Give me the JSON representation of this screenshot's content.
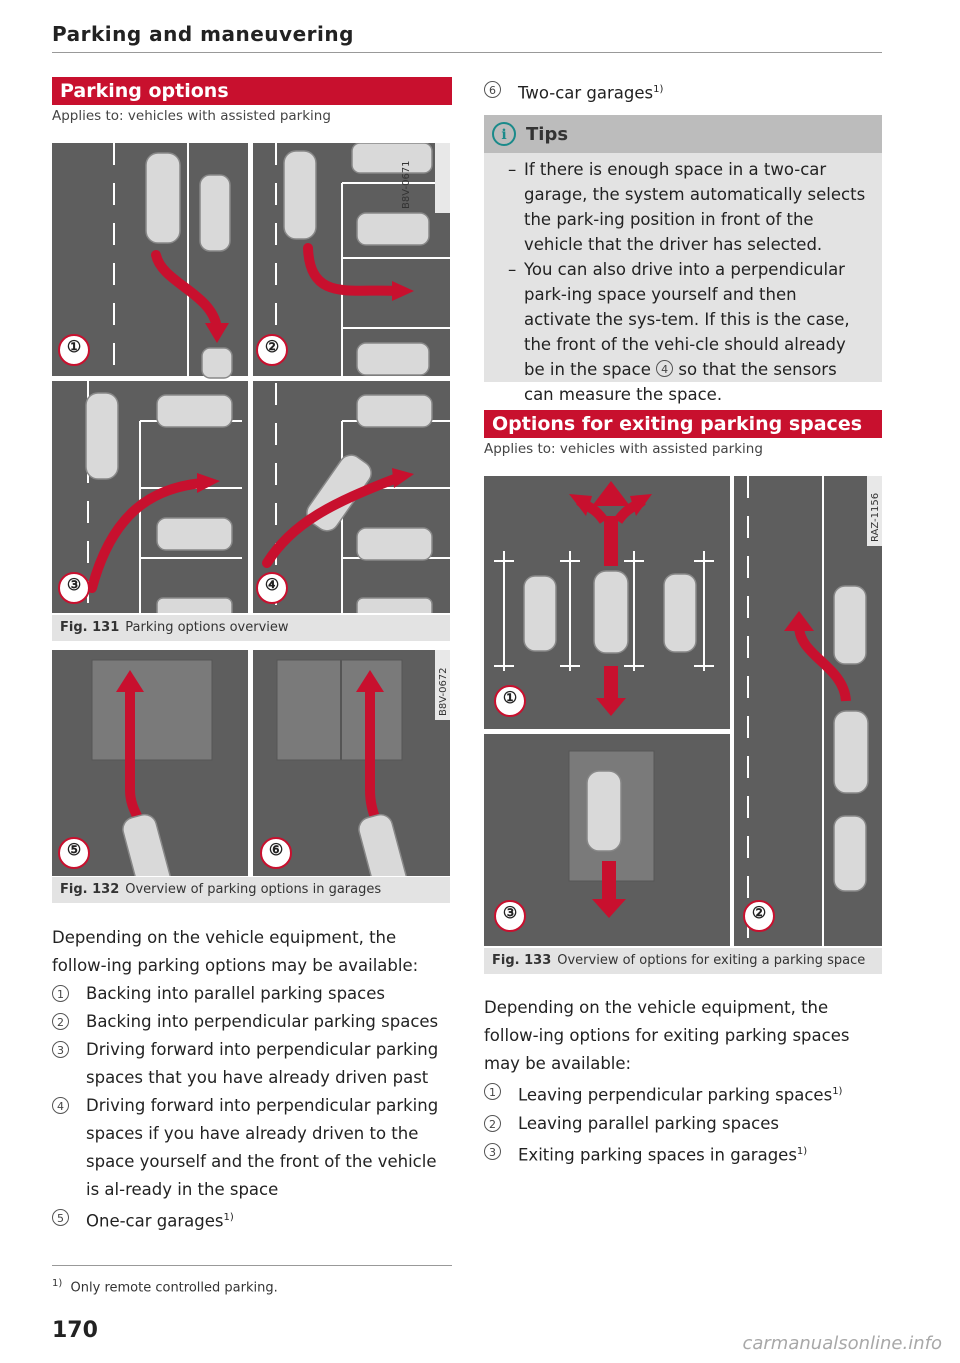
{
  "header": {
    "title": "Parking and maneuvering"
  },
  "section1": {
    "title": "Parking options",
    "applies": "Applies to: vehicles with assisted parking",
    "fig131": {
      "code": "B8V-0671",
      "number": "Fig. 131",
      "caption": "Parking options overview",
      "markers": [
        "①",
        "②",
        "③",
        "④"
      ]
    },
    "fig132": {
      "code": "B8V-0672",
      "number": "Fig. 132",
      "caption": "Overview of parking options in garages",
      "markers": [
        "⑤",
        "⑥"
      ]
    },
    "intro": "Depending on the vehicle equipment, the follow-ing parking options may be available:",
    "items": [
      {
        "num": "1",
        "text": "Backing into parallel parking spaces"
      },
      {
        "num": "2",
        "text": "Backing into perpendicular parking spaces"
      },
      {
        "num": "3",
        "text": "Driving forward into perpendicular parking spaces that you have already driven past"
      },
      {
        "num": "4",
        "text": "Driving forward into perpendicular parking spaces if you have already driven to the space yourself and the front of the vehicle is al-ready in the space"
      },
      {
        "num": "5",
        "text": "One-car garages",
        "sup": "1)"
      }
    ]
  },
  "right_item6": {
    "num": "6",
    "text": "Two-car garages",
    "sup": "1)"
  },
  "tips": {
    "label": "Tips",
    "icon": "info-icon",
    "item1": "If there is enough space in a two-car garage, the system automatically selects the park-ing position in front of the vehicle that the driver has selected.",
    "item2_a": "You can also drive into a perpendicular park-ing space yourself and then activate the sys-tem. If this is the case, the front of the vehi-cle should already be in the space",
    "item2_ref": "4",
    "item2_b": "so that the sensors can measure the space."
  },
  "section2": {
    "title": "Options for exiting parking spaces",
    "applies": "Applies to: vehicles with assisted parking",
    "fig133": {
      "code": "RAZ-1156",
      "number": "Fig. 133",
      "caption": "Overview of options for exiting a parking space",
      "markers": [
        "①",
        "②",
        "③"
      ]
    },
    "intro": "Depending on the vehicle equipment, the follow-ing options for exiting parking spaces may be available:",
    "items": [
      {
        "num": "1",
        "text": "Leaving perpendicular parking spaces",
        "sup": "1)"
      },
      {
        "num": "2",
        "text": "Leaving parallel parking spaces"
      },
      {
        "num": "3",
        "text": "Exiting parking spaces in garages",
        "sup": "1)"
      }
    ]
  },
  "footnote": {
    "mark": "1)",
    "text": "Only remote controlled parking."
  },
  "page_number": "170",
  "watermark": "carmanualsonline.info",
  "colors": {
    "accent": "#c8102e",
    "tips_icon": "#1a8a8a",
    "road": "#5e5e5e"
  }
}
